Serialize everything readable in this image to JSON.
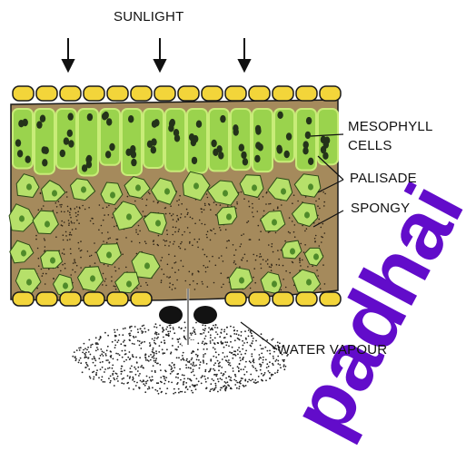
{
  "labels": {
    "sunlight": "SUNLIGHT",
    "mesophyll_line1": "MESOPHYLL",
    "mesophyll_line2": "CELLS",
    "palisade": "PALISADE",
    "spongy": "SPONGY",
    "water_vapour": "WATER VAPOUR"
  },
  "watermark": {
    "text": "padhai"
  },
  "colors": {
    "epidermis_fill": "#f3d53a",
    "epidermis_outline": "#1a1a1a",
    "palisade_fill": "#9ad34d",
    "palisade_wall": "#c8ec78",
    "chloroplast": "#24331a",
    "spongy_fill": "#b6e06a",
    "air_space": "#9a7a4c",
    "guard_cell": "#121212",
    "watermark": "#5a00c8"
  },
  "icons": {
    "sunlight_arrows": "down-arrow-icon",
    "vapour_arrow": "down-arrow-icon"
  }
}
